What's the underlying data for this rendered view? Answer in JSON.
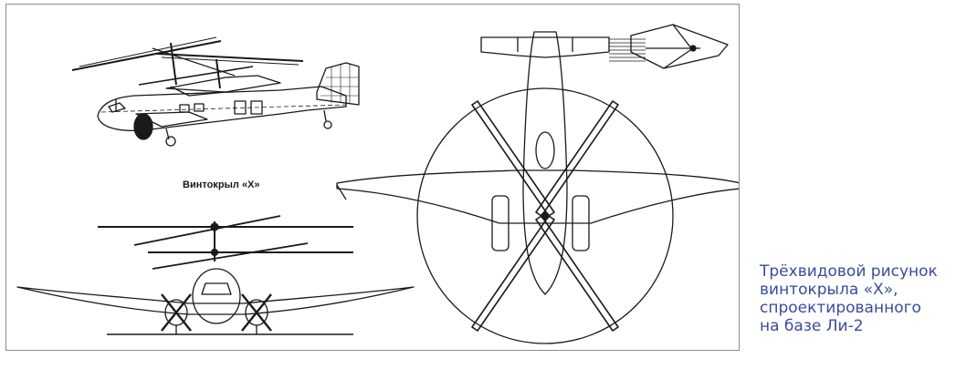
{
  "figure": {
    "label": "Винтокрыл «Х»"
  },
  "caption": {
    "lines": [
      "Трёхвидовой рисунок",
      "винтокрыла «Х»,",
      "спроектированного",
      "на базе Ли-2"
    ],
    "color": "#3b4aa0"
  },
  "colors": {
    "frame": "#8c8c8c",
    "ink": "#1a1a1a"
  }
}
